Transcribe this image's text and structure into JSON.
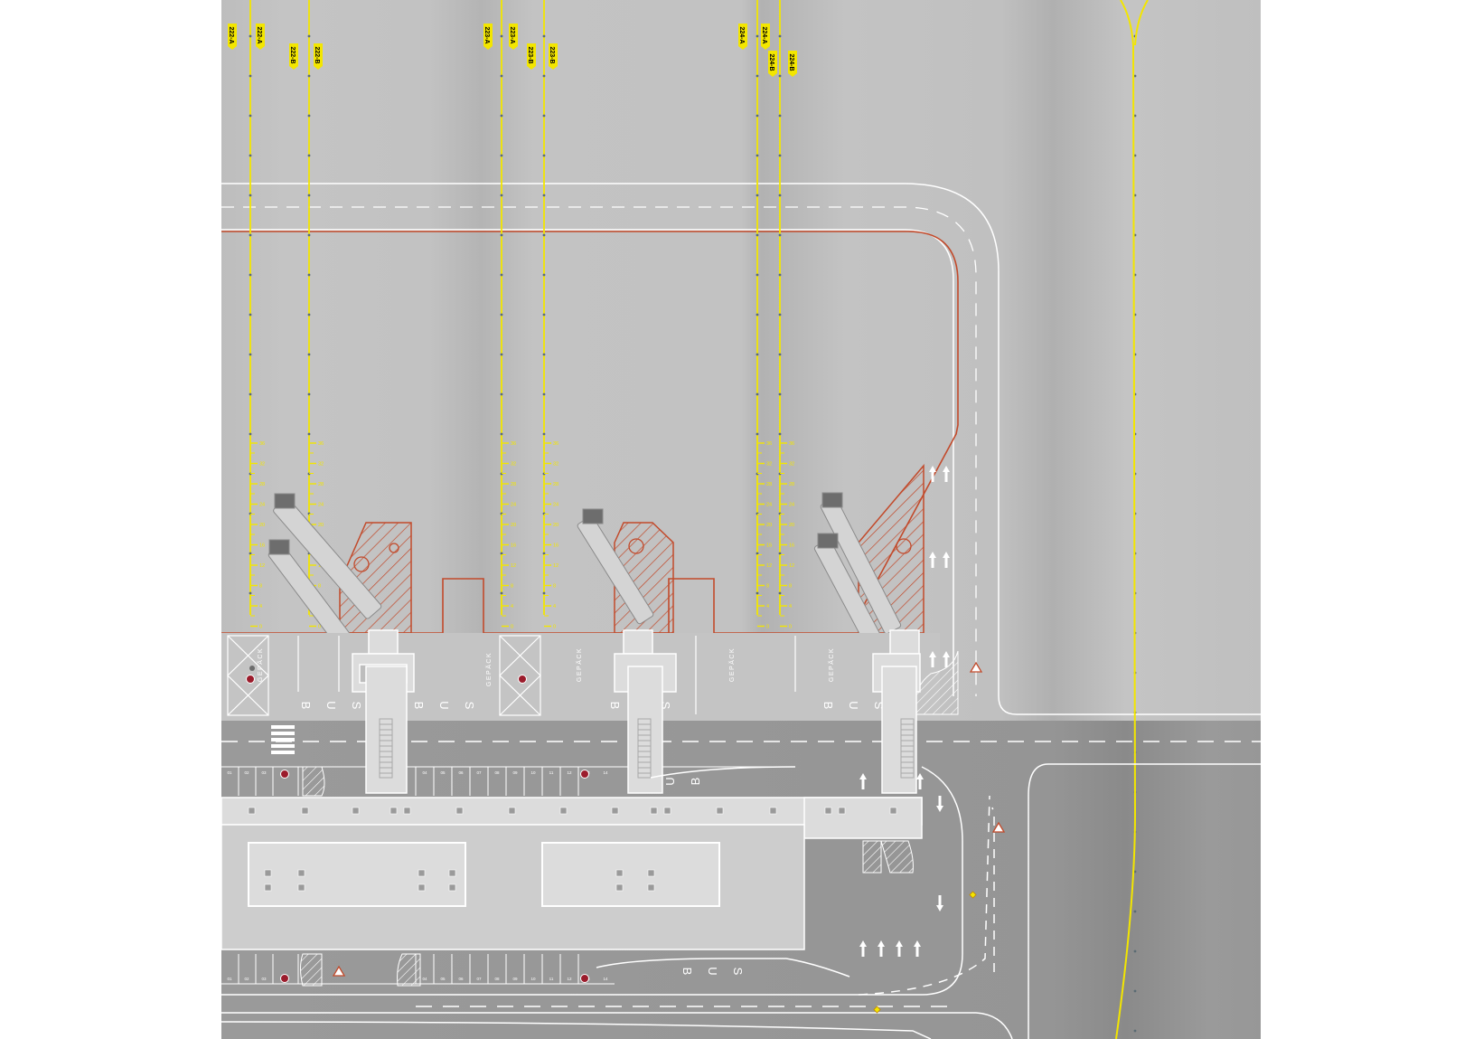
{
  "map": {
    "colors": {
      "page": "#ffffff",
      "apron": "#c1c1c1",
      "apron_shade": "#a9a9a9",
      "road": "#989898",
      "building_light": "#dcdcdc",
      "building_mid": "#cfcfcf",
      "marking_white": "#ffffff",
      "marking_yellow": "#f3e600",
      "stand_red": "#c24a2b",
      "bridge_grey": "#d4d4d4",
      "sign_red": "#9b1c2c"
    },
    "stand_markers": [
      {
        "id": "stand-222-a-1",
        "label": "222-A"
      },
      {
        "id": "stand-222-a-2",
        "label": "222-A"
      },
      {
        "id": "stand-222-b-1",
        "label": "222-B"
      },
      {
        "id": "stand-222-b-2",
        "label": "222-B"
      },
      {
        "id": "stand-223-a-1",
        "label": "223-A"
      },
      {
        "id": "stand-223-a-2",
        "label": "223-A"
      },
      {
        "id": "stand-223-b-1",
        "label": "223-B"
      },
      {
        "id": "stand-223-b-2",
        "label": "223-B"
      },
      {
        "id": "stand-224-a-1",
        "label": "224-A"
      },
      {
        "id": "stand-224-a-2",
        "label": "224-A"
      },
      {
        "id": "stand-224-b-1",
        "label": "224-B"
      },
      {
        "id": "stand-224-b-2",
        "label": "224-B"
      }
    ],
    "scale_labels": [
      "36",
      "32",
      "28",
      "24",
      "20",
      "16",
      "12",
      "8",
      "4",
      "0"
    ],
    "baggage_labels": [
      "GEPÄCK",
      "GEPÄCK",
      "GEPÄCK",
      "GEPÄCK",
      "GEPÄCK"
    ],
    "bus_letters": [
      "B",
      "U",
      "S"
    ],
    "parking_labels": [
      "01",
      "02",
      "03",
      "04",
      "05",
      "06",
      "07",
      "08",
      "09",
      "10",
      "11",
      "12",
      "13",
      "14"
    ]
  }
}
